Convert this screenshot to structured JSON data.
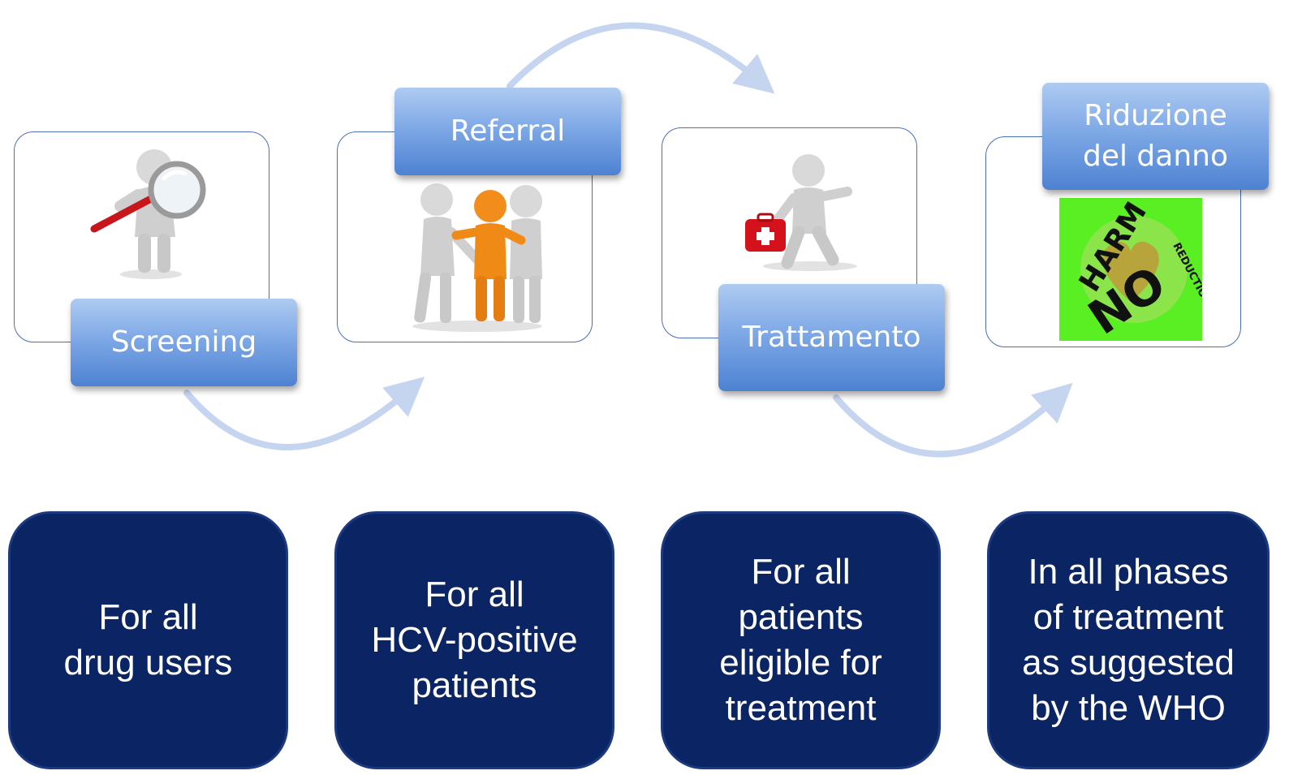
{
  "steps": [
    {
      "label": "Screening",
      "note": "For all\ndrug users",
      "icon": "magnifier-figure-icon"
    },
    {
      "label": "Referral",
      "note": "For all\nHCV-positive\npatients",
      "icon": "group-figures-icon"
    },
    {
      "label": "Trattamento",
      "note": "For all\npatients\neligible for\ntreatment",
      "icon": "medical-kit-figure-icon"
    },
    {
      "label": "Riduzione\ndel danno",
      "note": "In all phases\nof treatment\nas suggested\nby the WHO",
      "icon": "harm-reduction-logo"
    }
  ],
  "logo_text": {
    "top": "HARM",
    "right": "REDUCTION",
    "bottom": "NO"
  },
  "colors": {
    "label_gradient_top": "#aecbf1",
    "label_gradient_bottom": "#4d82d2",
    "frame_border": "#4a6fb5",
    "arrow": "#c5d5ef",
    "note_fill": "#0b2464",
    "logo_background": "#59ef22",
    "logo_heart": "#b7a43a"
  }
}
